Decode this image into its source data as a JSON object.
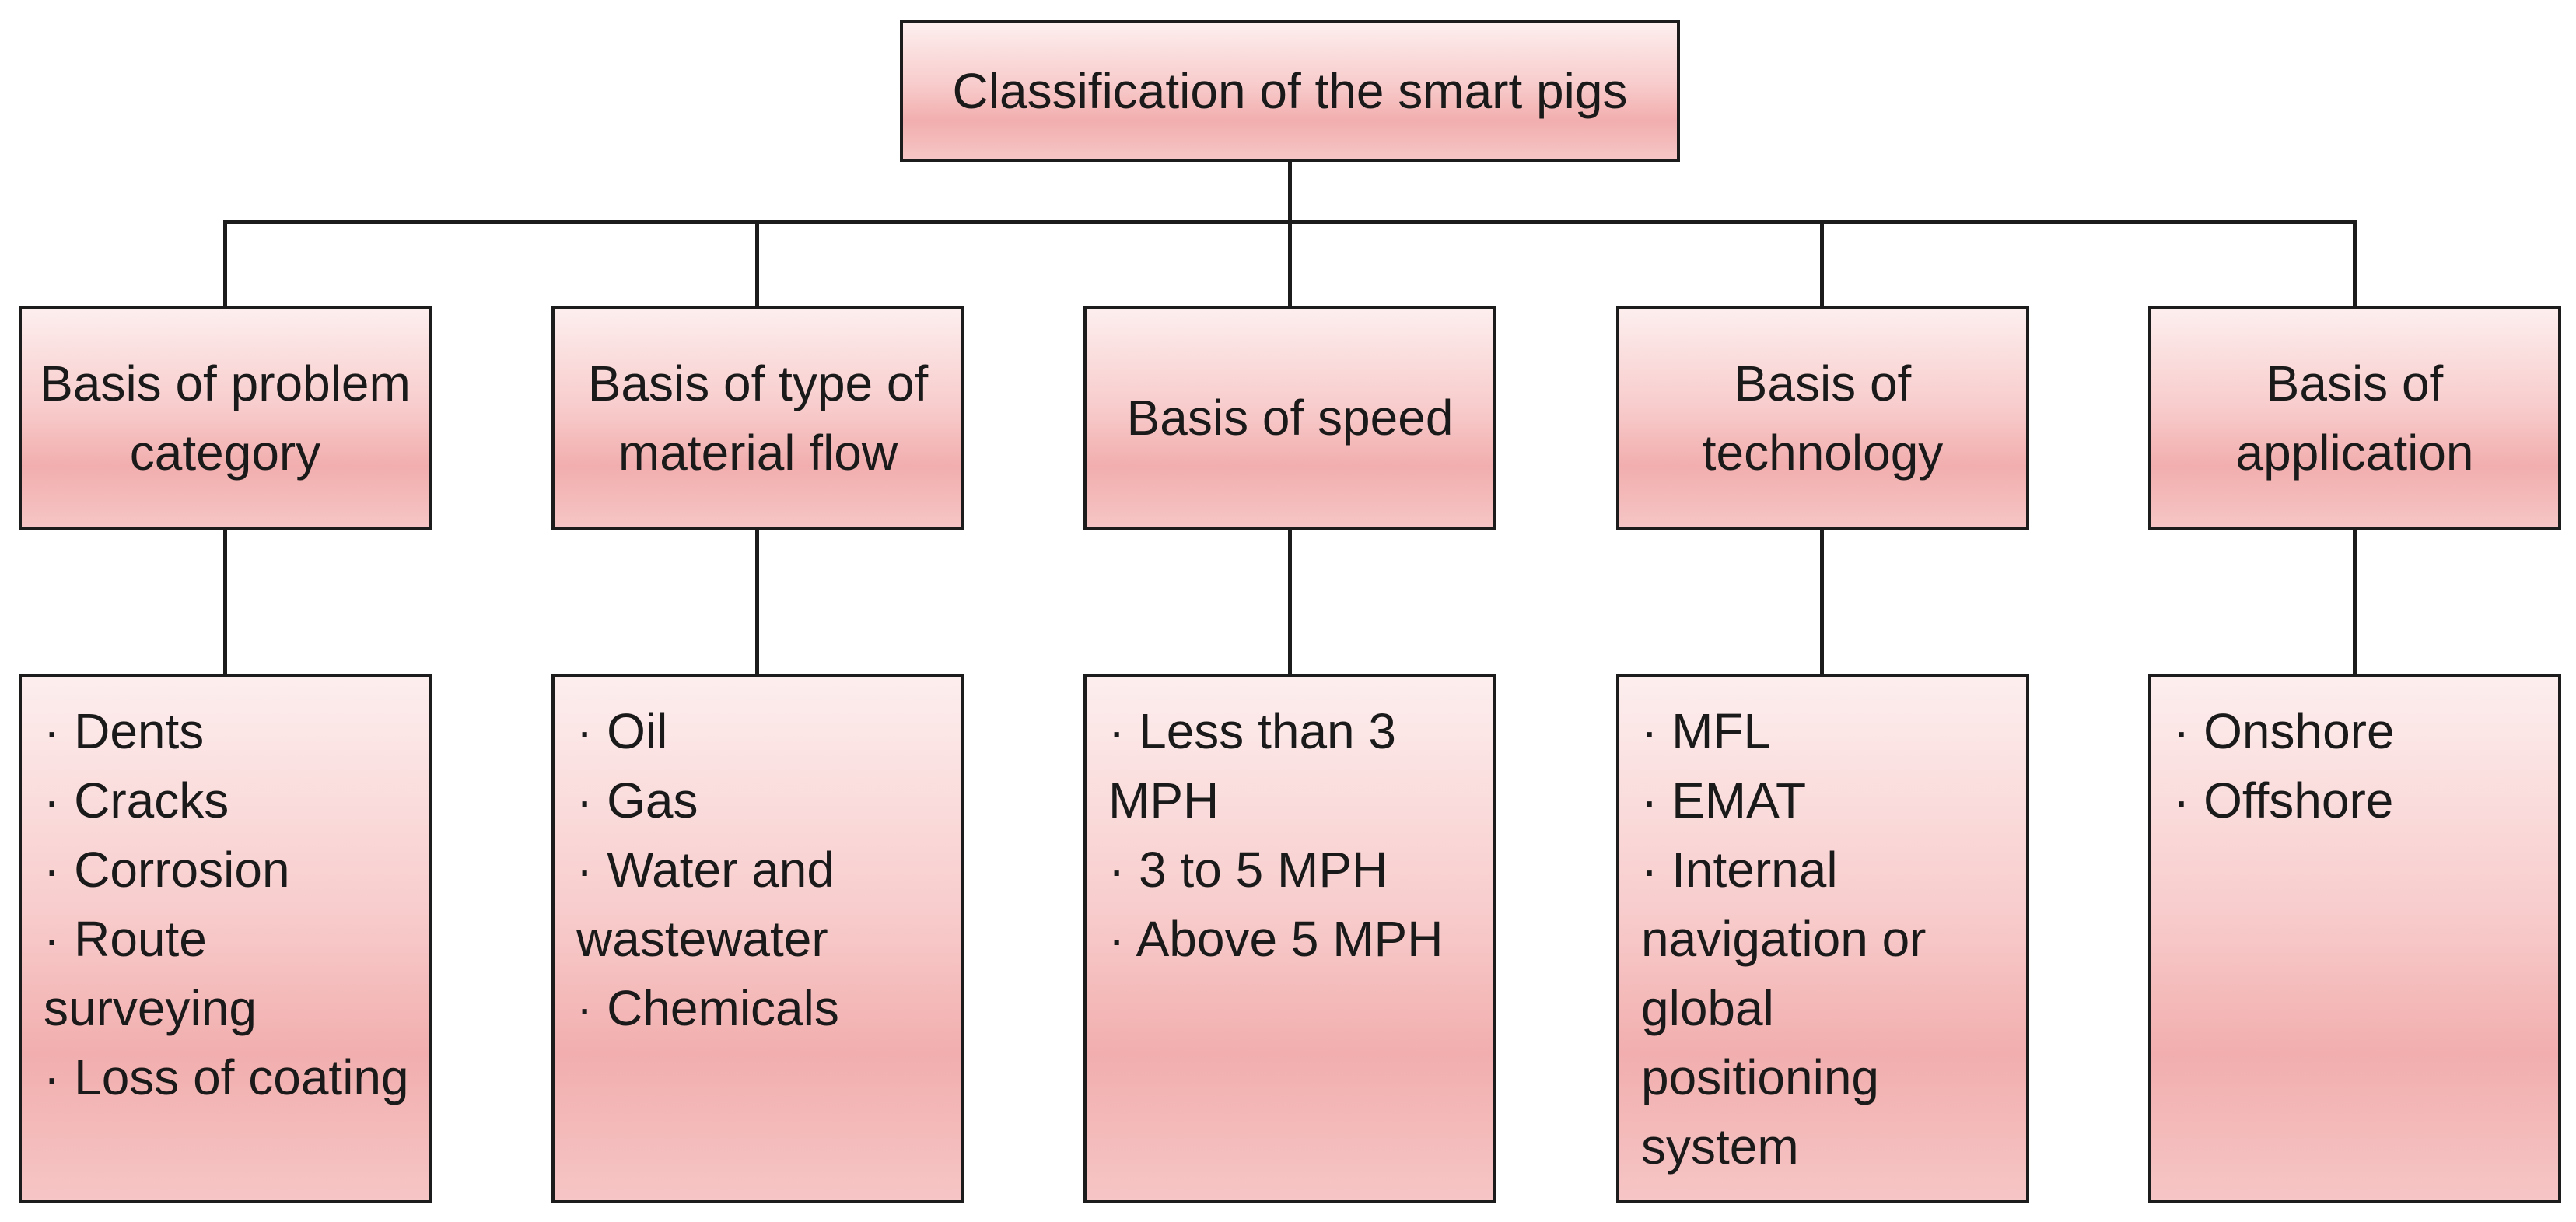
{
  "diagram": {
    "root": {
      "label": "Classification of the smart pigs"
    },
    "categories": [
      {
        "label": "Basis of problem category",
        "items": [
          "· Dents",
          "· Cracks",
          "· Corrosion",
          "· Route surveying",
          "· Loss of coating"
        ]
      },
      {
        "label": "Basis of type of material flow",
        "items": [
          "· Oil",
          "· Gas",
          "· Water and wastewater",
          "· Chemicals"
        ]
      },
      {
        "label": "Basis of speed",
        "items": [
          "· Less than 3 MPH",
          "· 3 to 5 MPH",
          "· Above 5 MPH"
        ]
      },
      {
        "label": "Basis of technology",
        "items": [
          "· MFL",
          "· EMAT",
          "· Internal navigation or global positioning system"
        ]
      },
      {
        "label": "Basis of application",
        "items": [
          "· Onshore",
          "· Offshore"
        ]
      }
    ]
  }
}
